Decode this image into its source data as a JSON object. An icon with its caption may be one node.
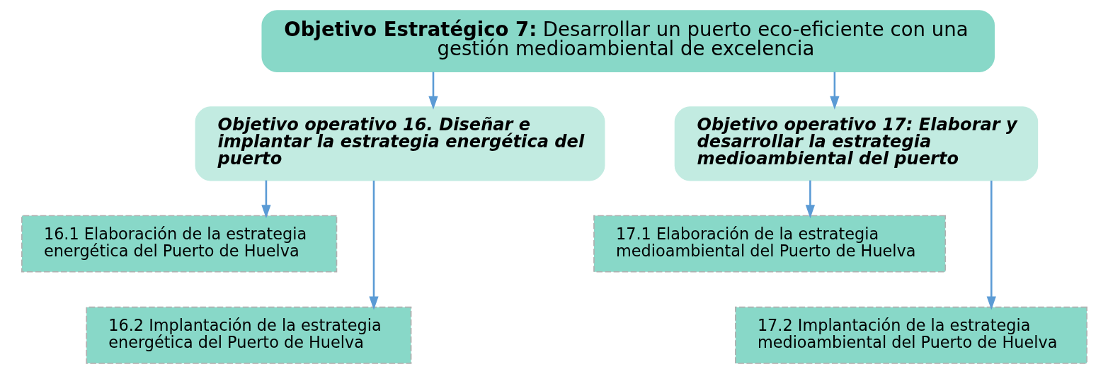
{
  "diagram": {
    "nodes": [
      {
        "text": [
          "**Objetivo Estratégico 7:** Desarrollar un puerto eco-eficiente con una gestión medioambiental de excelencia"
        ]
      },
      {
        "text": [
          "Objetivo operativo 16. Diseñar e implantar la estrategia energética del puerto"
        ]
      },
      {
        "text": [
          "16.1 Elaboración de la estrategia energética del Puerto de Huelva"
        ]
      },
      {
        "text": [
          "16.2 Implantación de la estrategia energética del Puerto de Huelva"
        ]
      },
      {
        "text": [
          "Objetivo operativo 17: Elaborar y desarrollar la estrategia medioambiental del puerto"
        ]
      },
      {
        "text": [
          "17.1 Elaboración de la estrategia medioambiental del Puerto de Huelva"
        ]
      },
      {
        "text": [
          "17.2 Implantación de la estrategia medioambiental del Puerto de Huelva"
        ]
      }
    ],
    "edges": [
      {
        "from": 0,
        "to": 1,
        "arrow": "to"
      },
      {
        "from": 0,
        "to": 4,
        "arrow": "to"
      },
      {
        "from": 1,
        "to": 2,
        "arrow": "to"
      },
      {
        "from": 1,
        "to": 3,
        "arrow": "to"
      },
      {
        "from": 4,
        "to": 5,
        "arrow": "to"
      },
      {
        "from": 4,
        "to": 6,
        "arrow": "to"
      }
    ]
  }
}
